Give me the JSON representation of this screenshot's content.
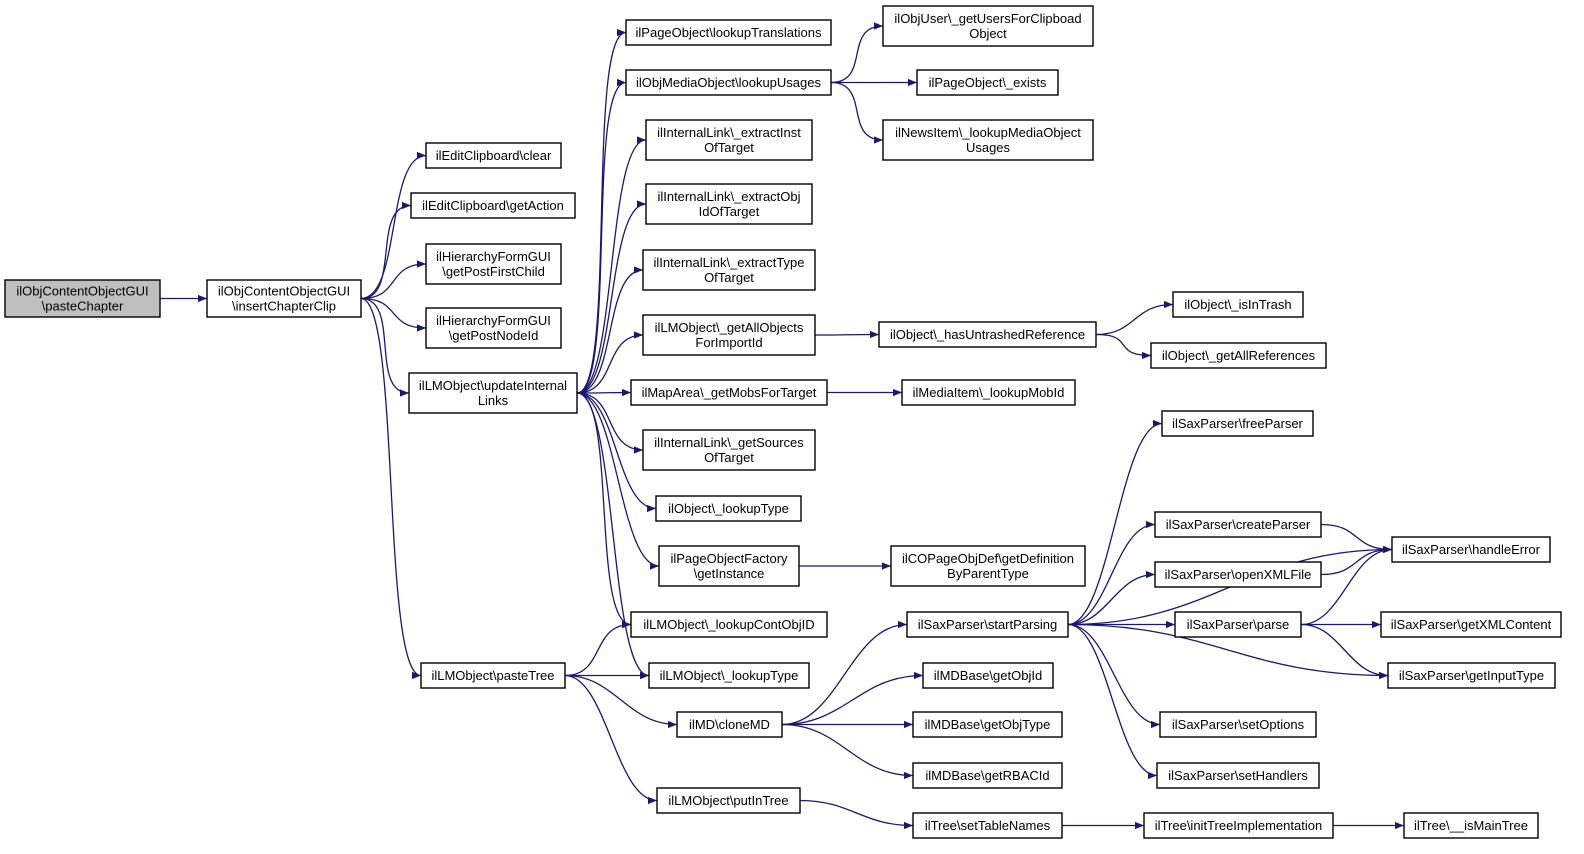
{
  "colors": {
    "edge": "#191970",
    "node_border": "#000000",
    "root_fill": "#bfbfbf",
    "node_fill": "#ffffff"
  },
  "nodes": {
    "n1": {
      "lines": [
        "ilObjContentObjectGUI",
        "\\pasteChapter"
      ]
    },
    "n2": {
      "lines": [
        "ilObjContentObjectGUI",
        "\\insertChapterClip"
      ]
    },
    "n3": {
      "lines": [
        "ilEditClipboard\\clear"
      ]
    },
    "n4": {
      "lines": [
        "ilEditClipboard\\getAction"
      ]
    },
    "n5": {
      "lines": [
        "ilHierarchyFormGUI",
        "\\getPostFirstChild"
      ]
    },
    "n6": {
      "lines": [
        "ilHierarchyFormGUI",
        "\\getPostNodeId"
      ]
    },
    "n7": {
      "lines": [
        "ilLMObject\\updateInternal",
        "Links"
      ]
    },
    "n8": {
      "lines": [
        "ilLMObject\\pasteTree"
      ]
    },
    "n9": {
      "lines": [
        "ilPageObject\\lookupTranslations"
      ]
    },
    "n10": {
      "lines": [
        "ilObjMediaObject\\lookupUsages"
      ]
    },
    "n11": {
      "lines": [
        "ilInternalLink\\_extractInst",
        "OfTarget"
      ]
    },
    "n12": {
      "lines": [
        "ilInternalLink\\_extractObj",
        "IdOfTarget"
      ]
    },
    "n13": {
      "lines": [
        "ilInternalLink\\_extractType",
        "OfTarget"
      ]
    },
    "n14": {
      "lines": [
        "ilLMObject\\_getAllObjects",
        "ForImportId"
      ]
    },
    "n15": {
      "lines": [
        "ilMapArea\\_getMobsForTarget"
      ]
    },
    "n16": {
      "lines": [
        "ilInternalLink\\_getSources",
        "OfTarget"
      ]
    },
    "n17": {
      "lines": [
        "ilObject\\_lookupType"
      ]
    },
    "n18": {
      "lines": [
        "ilPageObjectFactory",
        "\\getInstance"
      ]
    },
    "n19": {
      "lines": [
        "ilLMObject\\_lookupContObjID"
      ]
    },
    "n20": {
      "lines": [
        "ilLMObject\\_lookupType"
      ]
    },
    "n21": {
      "lines": [
        "ilMD\\cloneMD"
      ]
    },
    "n22": {
      "lines": [
        "ilLMObject\\putInTree"
      ]
    },
    "n23": {
      "lines": [
        "ilObjUser\\_getUsersForClipboad",
        "Object"
      ]
    },
    "n24": {
      "lines": [
        "ilPageObject\\_exists"
      ]
    },
    "n25": {
      "lines": [
        "ilNewsItem\\_lookupMediaObject",
        "Usages"
      ]
    },
    "n26": {
      "lines": [
        "ilObject\\_hasUntrashedReference"
      ]
    },
    "n27": {
      "lines": [
        "ilMediaItem\\_lookupMobId"
      ]
    },
    "n28": {
      "lines": [
        "ilCOPageObjDef\\getDefinition",
        "ByParentType"
      ]
    },
    "n29": {
      "lines": [
        "ilSaxParser\\startParsing"
      ]
    },
    "n30": {
      "lines": [
        "ilMDBase\\getObjId"
      ]
    },
    "n31": {
      "lines": [
        "ilMDBase\\getObjType"
      ]
    },
    "n32": {
      "lines": [
        "ilMDBase\\getRBACId"
      ]
    },
    "n33": {
      "lines": [
        "ilTree\\setTableNames"
      ]
    },
    "n34": {
      "lines": [
        "ilObject\\_isInTrash"
      ]
    },
    "n35": {
      "lines": [
        "ilObject\\_getAllReferences"
      ]
    },
    "n36": {
      "lines": [
        "ilSaxParser\\freeParser"
      ]
    },
    "n37": {
      "lines": [
        "ilSaxParser\\createParser"
      ]
    },
    "n38": {
      "lines": [
        "ilSaxParser\\openXMLFile"
      ]
    },
    "n39": {
      "lines": [
        "ilSaxParser\\parse"
      ]
    },
    "n40": {
      "lines": [
        "ilSaxParser\\setOptions"
      ]
    },
    "n41": {
      "lines": [
        "ilSaxParser\\setHandlers"
      ]
    },
    "n42": {
      "lines": [
        "ilTree\\initTreeImplementation"
      ]
    },
    "n43": {
      "lines": [
        "ilSaxParser\\handleError"
      ]
    },
    "n44": {
      "lines": [
        "ilSaxParser\\getXMLContent"
      ]
    },
    "n45": {
      "lines": [
        "ilSaxParser\\getInputType"
      ]
    },
    "n46": {
      "lines": [
        "ilTree\\__isMainTree"
      ]
    }
  },
  "edges": [
    [
      "n1",
      "n2"
    ],
    [
      "n2",
      "n3"
    ],
    [
      "n2",
      "n4"
    ],
    [
      "n2",
      "n5"
    ],
    [
      "n2",
      "n6"
    ],
    [
      "n2",
      "n7"
    ],
    [
      "n2",
      "n8"
    ],
    [
      "n7",
      "n9"
    ],
    [
      "n7",
      "n10"
    ],
    [
      "n7",
      "n11"
    ],
    [
      "n7",
      "n12"
    ],
    [
      "n7",
      "n13"
    ],
    [
      "n7",
      "n14"
    ],
    [
      "n7",
      "n15"
    ],
    [
      "n7",
      "n16"
    ],
    [
      "n7",
      "n17"
    ],
    [
      "n7",
      "n18"
    ],
    [
      "n7",
      "n19"
    ],
    [
      "n7",
      "n20"
    ],
    [
      "n8",
      "n19"
    ],
    [
      "n8",
      "n20"
    ],
    [
      "n8",
      "n21"
    ],
    [
      "n8",
      "n22"
    ],
    [
      "n10",
      "n23"
    ],
    [
      "n10",
      "n24"
    ],
    [
      "n10",
      "n25"
    ],
    [
      "n14",
      "n26"
    ],
    [
      "n15",
      "n27"
    ],
    [
      "n18",
      "n28"
    ],
    [
      "n21",
      "n29"
    ],
    [
      "n21",
      "n30"
    ],
    [
      "n21",
      "n31"
    ],
    [
      "n21",
      "n32"
    ],
    [
      "n22",
      "n33"
    ],
    [
      "n26",
      "n34"
    ],
    [
      "n26",
      "n35"
    ],
    [
      "n29",
      "n36"
    ],
    [
      "n29",
      "n37"
    ],
    [
      "n29",
      "n38"
    ],
    [
      "n29",
      "n39"
    ],
    [
      "n29",
      "n40"
    ],
    [
      "n29",
      "n41"
    ],
    [
      "n29",
      "n43"
    ],
    [
      "n29",
      "n45"
    ],
    [
      "n33",
      "n42"
    ],
    [
      "n37",
      "n43"
    ],
    [
      "n38",
      "n43"
    ],
    [
      "n39",
      "n43"
    ],
    [
      "n39",
      "n44"
    ],
    [
      "n39",
      "n45"
    ],
    [
      "n42",
      "n46"
    ]
  ]
}
